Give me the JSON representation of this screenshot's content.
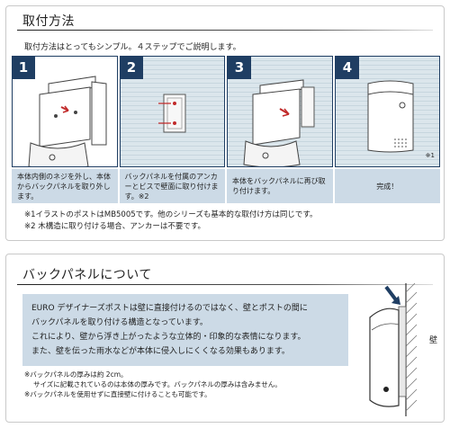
{
  "install": {
    "title": "取付方法",
    "intro": "取付方法はとってもシンプル。４ステップでご説明します。",
    "steps": [
      {
        "num": "1",
        "caption": "本体内側のネジを外し、本体からバックパネルを取り外します。"
      },
      {
        "num": "2",
        "caption": "バックパネルを付属のアンカーとビスで壁面に取り付けます。※2"
      },
      {
        "num": "3",
        "caption": "本体をバックパネルに再び取り付けます。"
      },
      {
        "num": "4",
        "caption": "完成！"
      }
    ],
    "footnote_mark": "※1",
    "notes": [
      "※1イラストのポストはMB5005です。他のシリーズも基本的な取付け方は同じです。",
      "※2 木構造に取り付ける場合、アンカーは不要です。"
    ]
  },
  "backpanel": {
    "title": "バックパネルについて",
    "desc": [
      "EURO デザイナーズポストは壁に直接付けるのではなく、壁とポストの間に",
      "バックパネルを取り付ける構造となっています。",
      "これにより、壁から浮き上がったような立体的・印象的な表情になります。",
      "また、壁を伝った雨水などが本体に侵入しにくくなる効果もあります。"
    ],
    "notes": [
      "※バックパネルの厚みは約 2cm。",
      "サイズに記載されているのは本体の厚みです。バックパネルの厚みは含みません。",
      "※バックパネルを使用せずに直接壁に付けることも可能です。"
    ],
    "wall_label": "壁"
  },
  "colors": {
    "accent": "#1f3e63",
    "caption_bg": "#ccdae6",
    "wall": "#dbe6ec"
  }
}
